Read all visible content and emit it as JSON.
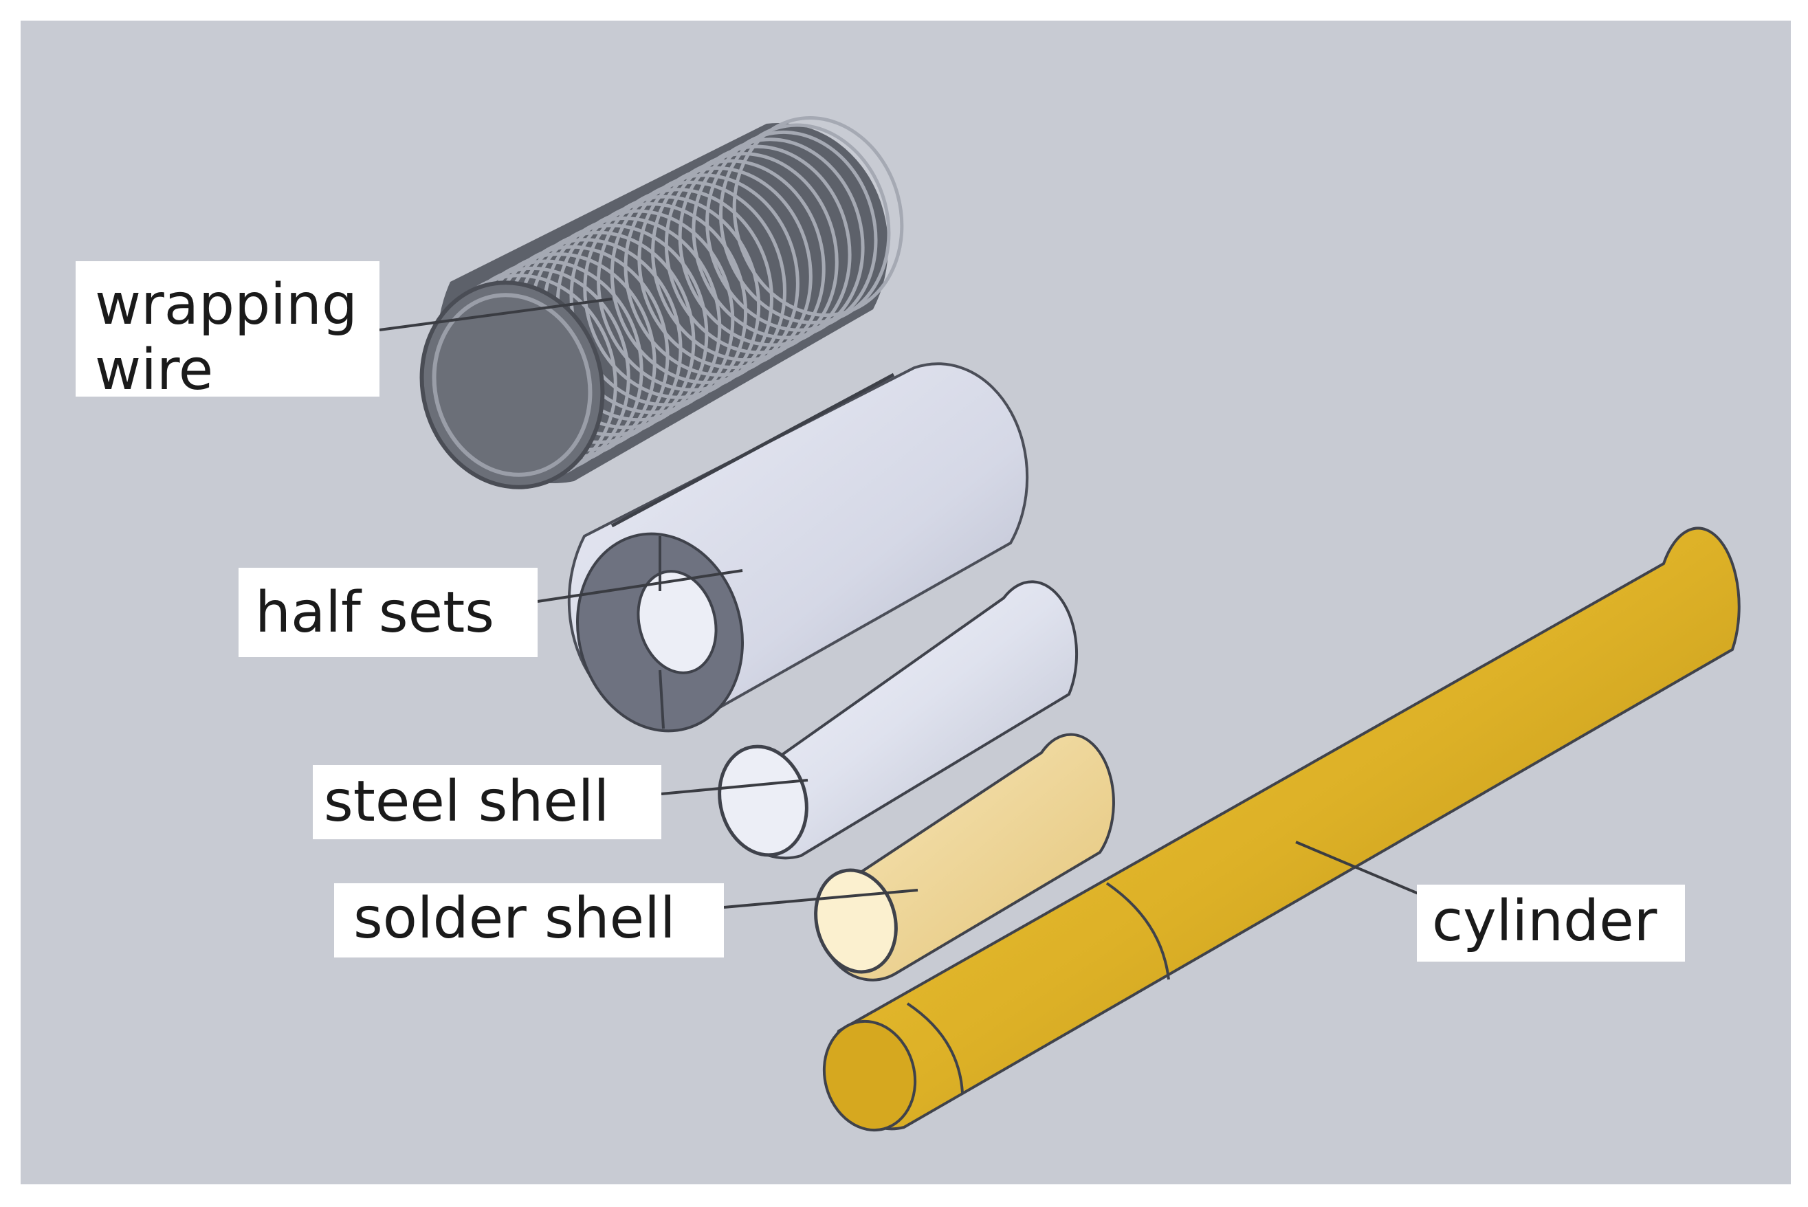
{
  "colors": {
    "background": "#c8cbd3",
    "wire": "#5d616a",
    "steel": "#dfe2ee",
    "solder": "#f1d89a",
    "cylinder": "#e0b527",
    "leader_line": "#3a3c42"
  },
  "labels": {
    "wrapping_wire": [
      "wrapping",
      "wire"
    ],
    "half_sets": "half sets",
    "steel_shell": "steel shell",
    "solder_shell": "solder shell",
    "cylinder": "cylinder"
  }
}
